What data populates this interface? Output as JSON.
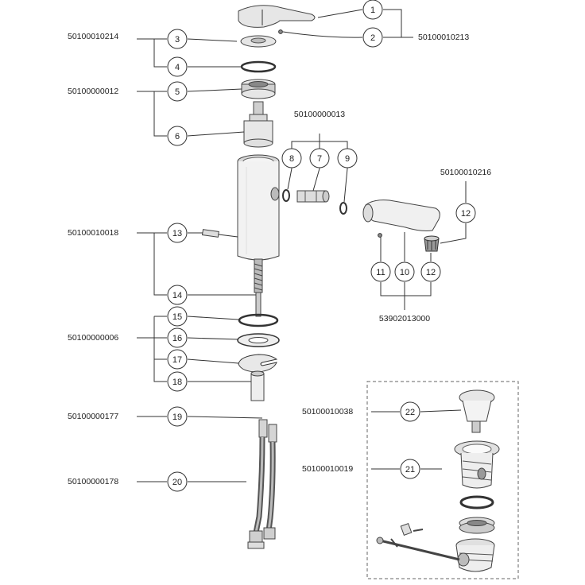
{
  "diagram": {
    "callouts": [
      {
        "num": "1"
      },
      {
        "num": "2"
      },
      {
        "num": "3"
      },
      {
        "num": "4"
      },
      {
        "num": "5"
      },
      {
        "num": "6"
      },
      {
        "num": "8"
      },
      {
        "num": "7"
      },
      {
        "num": "9"
      },
      {
        "num": "12"
      },
      {
        "num": "13"
      },
      {
        "num": "11"
      },
      {
        "num": "10"
      },
      {
        "num": "12"
      },
      {
        "num": "14"
      },
      {
        "num": "15"
      },
      {
        "num": "16"
      },
      {
        "num": "17"
      },
      {
        "num": "18"
      },
      {
        "num": "19"
      },
      {
        "num": "20"
      },
      {
        "num": "22"
      },
      {
        "num": "21"
      }
    ],
    "part_codes": [
      {
        "code": "50100010214"
      },
      {
        "code": "50100010213"
      },
      {
        "code": "50100000012"
      },
      {
        "code": "50100000013"
      },
      {
        "code": "50100010216"
      },
      {
        "code": "50100010018"
      },
      {
        "code": "53902013000"
      },
      {
        "code": "50100000006"
      },
      {
        "code": "50100000177"
      },
      {
        "code": "50100000178"
      },
      {
        "code": "50100010038"
      },
      {
        "code": "50100010019"
      }
    ]
  }
}
